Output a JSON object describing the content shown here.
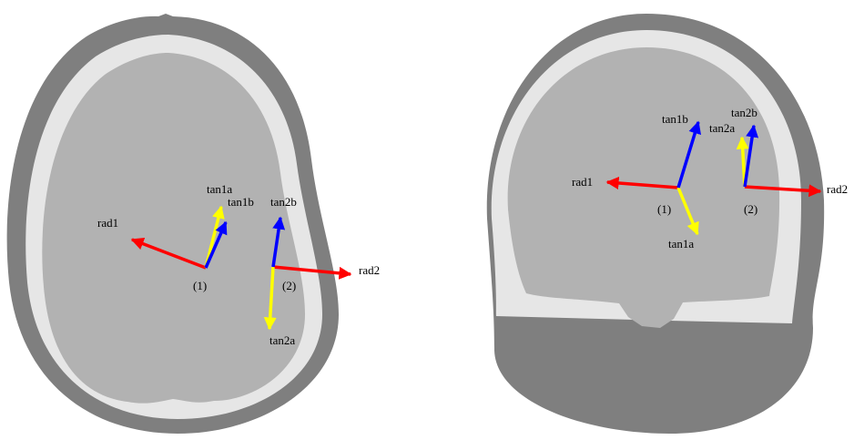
{
  "colors": {
    "skin": "#7f7f7f",
    "skull": "#e6e6e6",
    "brain": "#b2b2b2",
    "radial": "#ff0000",
    "tangent_a": "#ffff00",
    "tangent_b": "#0000ff"
  },
  "left_panel": {
    "dipole1": {
      "label": "(1)",
      "rad": "rad1",
      "tan_a": "tan1a",
      "tan_b": "tan1b"
    },
    "dipole2": {
      "label": "(2)",
      "rad": "rad2",
      "tan_a": "tan2a",
      "tan_b": "tan2b"
    }
  },
  "right_panel": {
    "dipole1": {
      "label": "(1)",
      "rad": "rad1",
      "tan_a": "tan1a",
      "tan_b": "tan1b"
    },
    "dipole2": {
      "label": "(2)",
      "rad": "rad2",
      "tan_a": "tan2a",
      "tan_b": "tan2b"
    }
  }
}
